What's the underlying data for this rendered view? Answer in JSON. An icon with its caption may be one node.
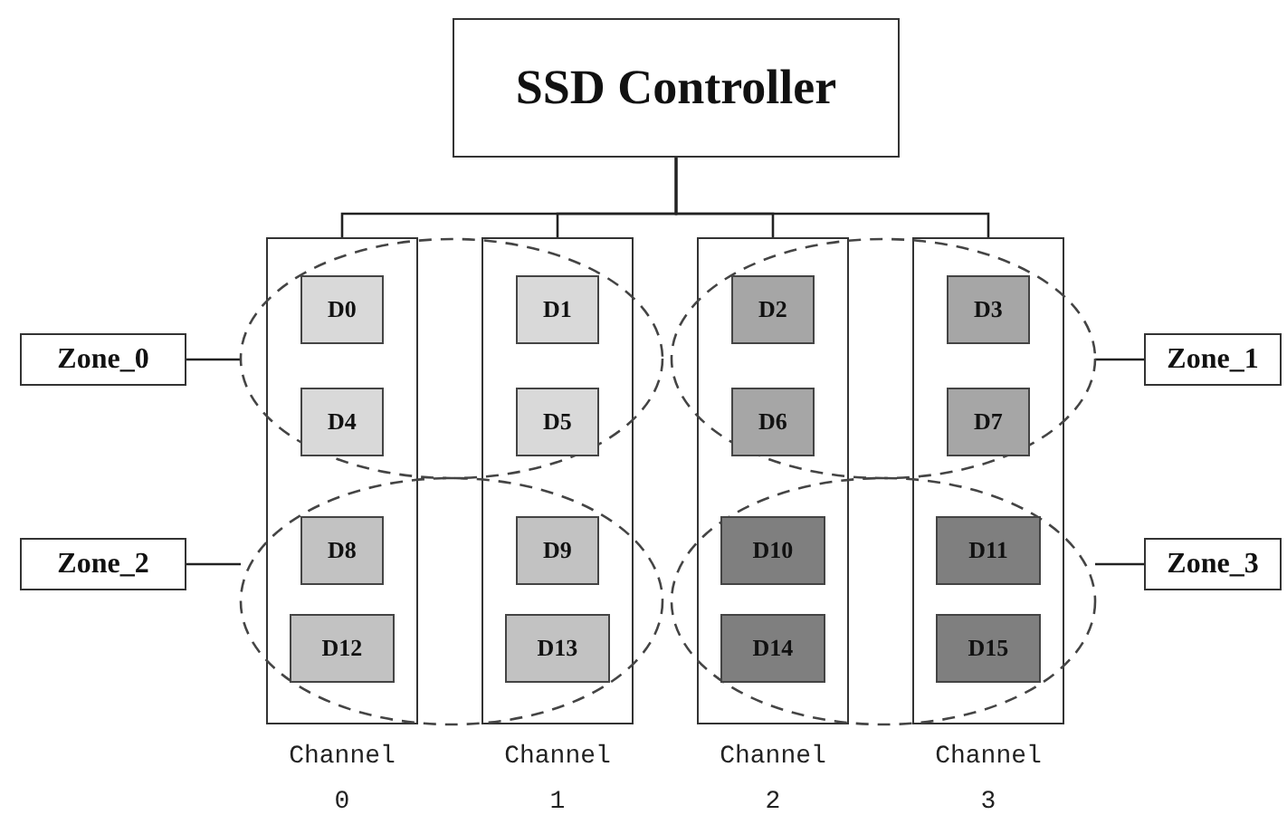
{
  "diagram": {
    "nodes": [
      {
        "text": [
          "SSD Controller"
        ]
      },
      {
        "text": [],
        "shape": "box",
        "beside": [
          "Channel 0"
        ]
      },
      {
        "text": [],
        "shape": "box",
        "beside": [
          "Channel 1"
        ]
      },
      {
        "text": [],
        "shape": "box",
        "beside": [
          "Channel 2"
        ]
      },
      {
        "text": [],
        "shape": "box",
        "beside": [
          "Channel 3"
        ]
      },
      {
        "text": [
          "D0"
        ]
      },
      {
        "text": [
          "D1"
        ]
      },
      {
        "text": [
          "D2"
        ]
      },
      {
        "text": [
          "D3"
        ]
      },
      {
        "text": [
          "D4"
        ]
      },
      {
        "text": [
          "D5"
        ]
      },
      {
        "text": [
          "D6"
        ]
      },
      {
        "text": [
          "D7"
        ]
      },
      {
        "text": [
          "D8"
        ]
      },
      {
        "text": [
          "D9"
        ]
      },
      {
        "text": [
          "D10"
        ]
      },
      {
        "text": [
          "D11"
        ]
      },
      {
        "text": [
          "D12"
        ]
      },
      {
        "text": [
          "D13"
        ]
      },
      {
        "text": [
          "D14"
        ]
      },
      {
        "text": [
          "D15"
        ]
      },
      {
        "text": [],
        "shape": "ellipse"
      },
      {
        "text": [],
        "shape": "ellipse"
      },
      {
        "text": [],
        "shape": "ellipse"
      },
      {
        "text": [],
        "shape": "ellipse"
      },
      {
        "text": [
          "Zone_0"
        ]
      },
      {
        "text": [
          "Zone_1"
        ]
      },
      {
        "text": [
          "Zone_2"
        ]
      },
      {
        "text": [
          "Zone_3"
        ]
      }
    ],
    "edges": [
      {
        "from": 0,
        "to": 1,
        "arrow": "none"
      },
      {
        "from": 0,
        "to": 2,
        "arrow": "none"
      },
      {
        "from": 0,
        "to": 3,
        "arrow": "none"
      },
      {
        "from": 0,
        "to": 4,
        "arrow": "none"
      },
      {
        "from": 25,
        "to": 21,
        "arrow": "none"
      },
      {
        "from": 26,
        "to": 22,
        "arrow": "none"
      },
      {
        "from": 27,
        "to": 23,
        "arrow": "none"
      },
      {
        "from": 28,
        "to": 24,
        "arrow": "none"
      }
    ]
  }
}
